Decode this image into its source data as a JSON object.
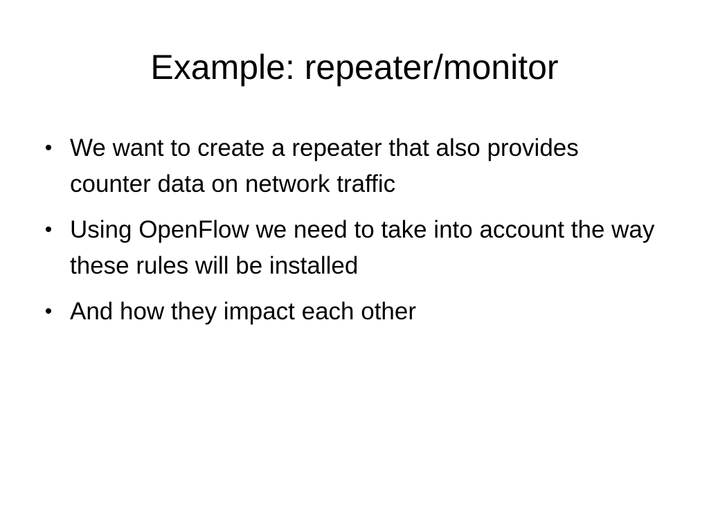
{
  "slide": {
    "title": "Example: repeater/monitor",
    "bullet_glyph": "•",
    "bullets": [
      "We want to create a repeater that also provides counter data on network traffic",
      "Using OpenFlow we need to take into account the way these rules will be installed",
      "And how they impact each other"
    ],
    "colors": {
      "background": "#ffffff",
      "text": "#000000"
    }
  }
}
